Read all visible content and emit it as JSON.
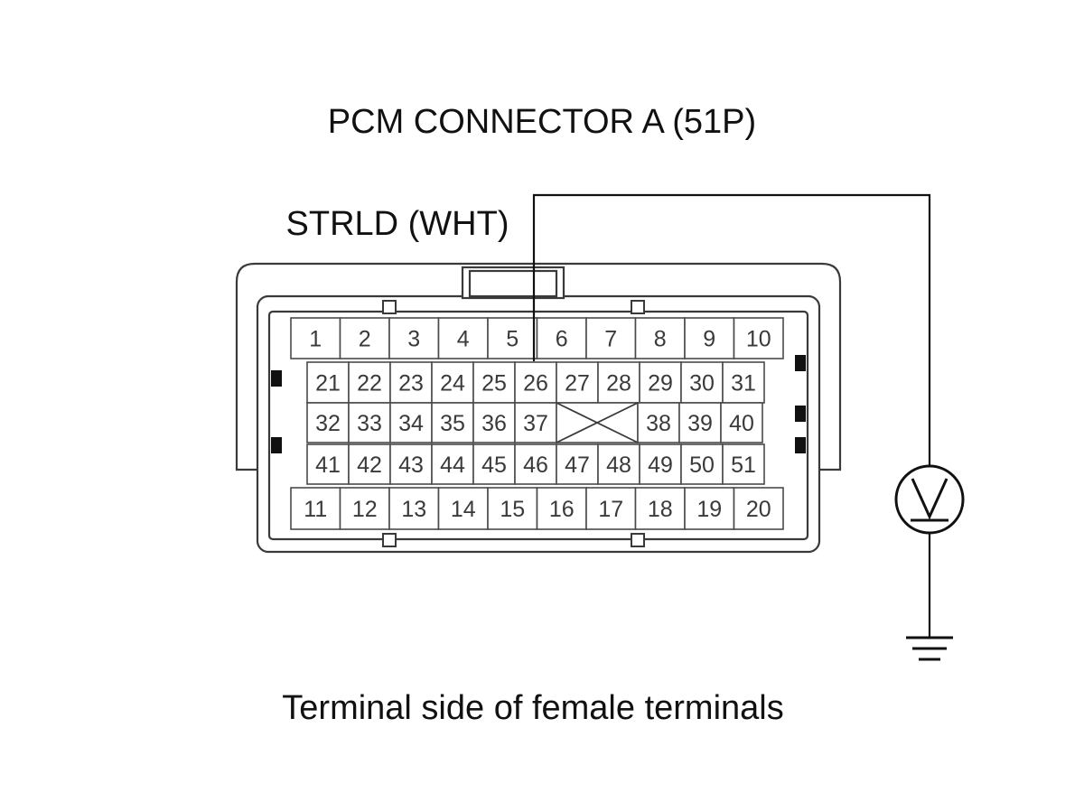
{
  "title": "PCM CONNECTOR A (51P)",
  "wire_label": "STRLD (WHT)",
  "footer": "Terminal side of female terminals",
  "connector": {
    "rows": [
      [
        "1",
        "2",
        "3",
        "4",
        "5",
        "6",
        "7",
        "8",
        "9",
        "10"
      ],
      [
        "21",
        "22",
        "23",
        "24",
        "25",
        "26",
        "27",
        "28",
        "29",
        "30",
        "31"
      ],
      [
        "32",
        "33",
        "34",
        "35",
        "36",
        "37",
        "",
        "38",
        "39",
        "40"
      ],
      [
        "41",
        "42",
        "43",
        "44",
        "45",
        "46",
        "47",
        "48",
        "49",
        "50",
        "51"
      ],
      [
        "11",
        "12",
        "13",
        "14",
        "15",
        "16",
        "17",
        "18",
        "19",
        "20"
      ]
    ],
    "probe_terminal": "26"
  },
  "meter": {
    "type": "voltmeter",
    "symbol": "V"
  },
  "ground": {
    "symbol": "ground"
  },
  "colors": {
    "line": "#111111",
    "text": "#111111",
    "pin_text": "#3a3a3a"
  }
}
